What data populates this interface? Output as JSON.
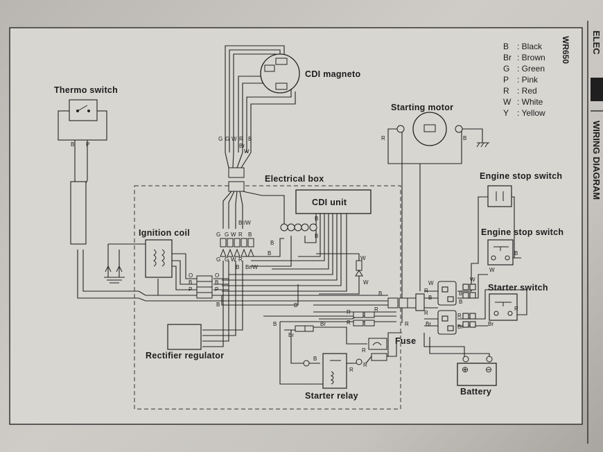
{
  "model": "WR650",
  "section": {
    "tab": "ELEC",
    "title": "WIRING DIAGRAM"
  },
  "legend": [
    {
      "code": "B",
      "name": ": Black"
    },
    {
      "code": "Br",
      "name": ": Brown"
    },
    {
      "code": "G",
      "name": ": Green"
    },
    {
      "code": "P",
      "name": ": Pink"
    },
    {
      "code": "R",
      "name": ": Red"
    },
    {
      "code": "W",
      "name": ": White"
    },
    {
      "code": "Y",
      "name": ": Yellow"
    }
  ],
  "components": {
    "thermo_switch": "Thermo switch",
    "cdi_magneto": "CDI magneto",
    "starting_motor": "Starting motor",
    "electrical_box": "Electrical box",
    "cdi_unit": "CDI unit",
    "ignition_coil": "Ignition coil",
    "engine_stop_switch_1": "Engine stop switch",
    "engine_stop_switch_2": "Engine stop switch",
    "starter_switch": "Starter switch",
    "fuse": "Fuse",
    "rectifier_regulator": "Rectifier regulator",
    "starter_relay": "Starter relay",
    "battery": "Battery"
  },
  "wire_codes": {
    "G": "G",
    "W": "W",
    "R": "R",
    "B": "B",
    "P": "P",
    "O": "O",
    "Br": "Br",
    "BrW": "Br/W"
  },
  "battery_terminals": {
    "pos": "⊕",
    "neg": "⊖"
  }
}
